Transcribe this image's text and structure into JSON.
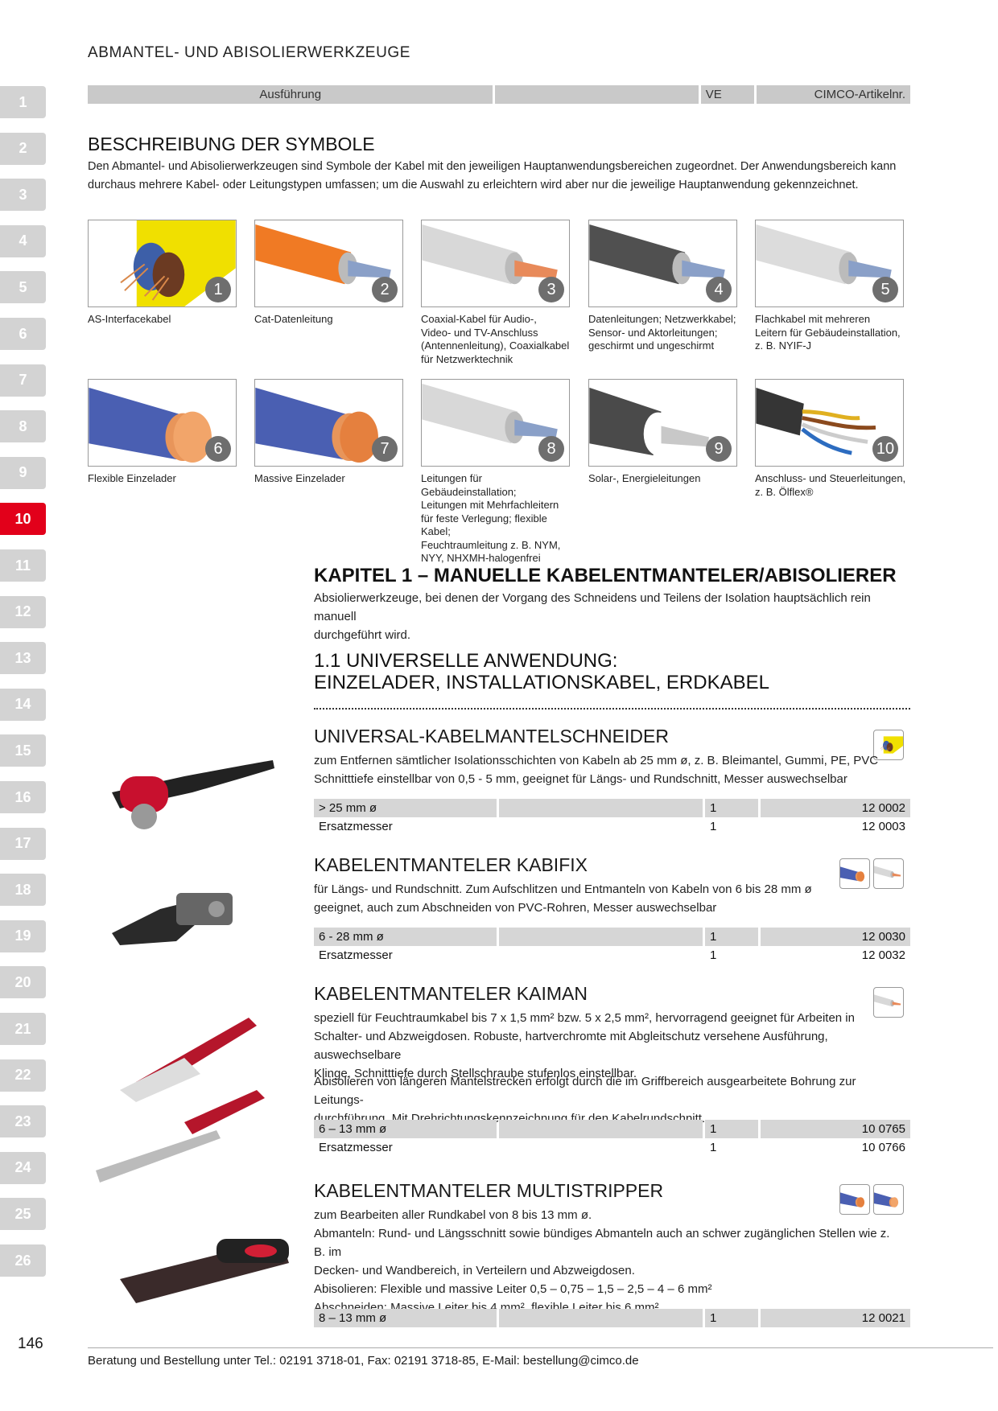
{
  "header": {
    "title": "ABMANTEL- UND ABISOLIERWERKZEUGE"
  },
  "columns": {
    "ausfuehrung": "Ausführung",
    "ve": "VE",
    "artikel": "CIMCO-Artikelnr."
  },
  "tabs": [
    "1",
    "2",
    "3",
    "4",
    "5",
    "6",
    "7",
    "8",
    "9",
    "10",
    "11",
    "12",
    "13",
    "14",
    "15",
    "16",
    "17",
    "18",
    "19",
    "20",
    "21",
    "22",
    "23",
    "24",
    "25",
    "26"
  ],
  "active_tab": "10",
  "symbols_section": {
    "title": "BESCHREIBUNG DER SYMBOLE",
    "intro_line1": "Den Abmantel- und Abisolierwerkzeugen sind Symbole der Kabel mit den jeweiligen Hauptanwendungsbereichen zugeordnet. Der Anwendungsbereich kann",
    "intro_line2": "durchaus mehrere Kabel- oder Leitungstypen umfassen; um die Auswahl zu erleichtern wird aber nur die jeweilige Hauptanwendung gekennzeichnet.",
    "items": [
      {
        "num": "1",
        "lines": [
          "AS-Interfacekabel"
        ]
      },
      {
        "num": "2",
        "lines": [
          "Cat-Datenleitung"
        ]
      },
      {
        "num": "3",
        "lines": [
          "Coaxial-Kabel für Audio-,",
          "Video- und TV-Anschluss",
          "(Antennenleitung), Coaxialkabel",
          "für Netzwerktechnik"
        ]
      },
      {
        "num": "4",
        "lines": [
          "Datenleitungen; Netzwerkkabel;",
          "Sensor- und Aktorleitungen;",
          "geschirmt und ungeschirmt"
        ]
      },
      {
        "num": "5",
        "lines": [
          "Flachkabel mit mehreren",
          "Leitern für Gebäudeinstallation,",
          "z. B. NYIF-J"
        ]
      },
      {
        "num": "6",
        "lines": [
          "Flexible Einzelader"
        ]
      },
      {
        "num": "7",
        "lines": [
          "Massive Einzelader"
        ]
      },
      {
        "num": "8",
        "lines": [
          "Leitungen für Gebäudeinstallation;",
          "Leitungen mit Mehrfachleitern",
          "für feste Verlegung; flexible Kabel;",
          "Feuchtraumleitung z. B. NYM,",
          "NYY, NHXMH-halogenfrei"
        ]
      },
      {
        "num": "9",
        "lines": [
          "Solar-, Energieleitungen"
        ]
      },
      {
        "num": "10",
        "lines": [
          "Anschluss- und Steuerleitungen,",
          "z. B. Ölflex®"
        ]
      }
    ]
  },
  "chapter": {
    "title": "KAPITEL 1 – MANUELLE KABELENTMANTELER/ABISOLIERER",
    "desc_line1": "Absiolierwerkzeuge, bei denen der Vorgang des Schneidens und Teilens der Isolation hauptsächlich rein manuell",
    "desc_line2": "durchgeführt wird."
  },
  "subsection": {
    "line1": "1.1 UNIVERSELLE ANWENDUNG:",
    "line2": "EINZELADER, INSTALLATIONSKABEL, ERDKABEL"
  },
  "products": [
    {
      "title": "UNIVERSAL-KABELMANTELSCHNEIDER",
      "lines": [
        "zum Entfernen sämtlicher Isolationsschichten von Kabeln ab 25 mm ø, z. B. Bleimantel, Gummi, PE, PVC",
        "Schnitttiefe einstellbar von 0,5 - 5 mm, geeignet für Längs- und Rundschnitt, Messer auswechselbar"
      ],
      "rows": [
        {
          "desc": "> 25 mm ø",
          "ve": "1",
          "art": "12 0002"
        },
        {
          "desc": "Ersatzmesser",
          "ve": "1",
          "art": "12 0003"
        }
      ]
    },
    {
      "title": "KABELENTMANTELER KABIFIX",
      "lines": [
        "für Längs- und Rundschnitt. Zum Aufschlitzen und Entmanteln von Kabeln von 6 bis 28 mm ø",
        "geeignet, auch zum Abschneiden von PVC-Rohren, Messer auswechselbar"
      ],
      "rows": [
        {
          "desc": "6 - 28 mm ø",
          "ve": "1",
          "art": "12 0030"
        },
        {
          "desc": "Ersatzmesser",
          "ve": "1",
          "art": "12 0032"
        }
      ]
    },
    {
      "title": "KABELENTMANTELER KAIMAN",
      "lines": [
        "speziell für Feuchtraumkabel bis 7 x 1,5 mm² bzw. 5 x 2,5 mm², hervorragend geeignet für Arbeiten in",
        "Schalter- und Abzweigdosen. Robuste, hartverchromte mit Abgleitschutz versehene Ausführung, auswechselbare",
        "Klinge, Schnitttiefe durch Stellschraube stufenlos einstellbar."
      ],
      "lines2": [
        "Abisolieren von längeren Mantelstrecken erfolgt durch die im Griffbereich ausgearbeitete Bohrung zur Leitungs-",
        "durchführung. Mit Drehrichtungskennzeichnung für den Kabelrundschnitt."
      ],
      "rows": [
        {
          "desc": "6 – 13 mm ø",
          "ve": "1",
          "art": "10 0765"
        },
        {
          "desc": "Ersatzmesser",
          "ve": "1",
          "art": "10 0766"
        }
      ]
    },
    {
      "title": "KABELENTMANTELER MULTISTRIPPER",
      "lines": [
        "zum Bearbeiten aller Rundkabel von 8 bis 13 mm ø.",
        "Abmanteln: Rund- und Längsschnitt sowie bündiges Abmanteln auch an schwer zugänglichen Stellen wie z. B. im",
        "Decken- und Wandbereich, in Verteilern und Abzweigdosen.",
        "Abisolieren: Flexible und massive Leiter 0,5 – 0,75 – 1,5 – 2,5 – 4 – 6 mm²",
        "Abschneiden: Massive Leiter bis 4 mm², flexible Leiter bis 6 mm²"
      ],
      "rows": [
        {
          "desc": "8 – 13 mm ø",
          "ve": "1",
          "art": "12 0021"
        }
      ]
    }
  ],
  "page_number": "146",
  "footer": "Beratung und Bestellung unter Tel.: 02191 3718-01, Fax: 02191 3718-85, E-Mail: bestellung@cimco.de"
}
